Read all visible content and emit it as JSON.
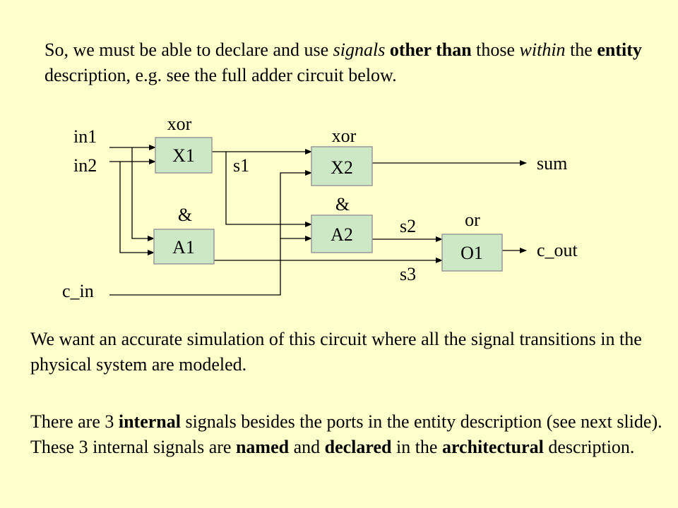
{
  "intro": {
    "t1": "So, we must be able to declare and use ",
    "t2": "signals",
    "t3": " other than",
    "t4": " those ",
    "t5": "within",
    "t6": " the ",
    "t7": "entity",
    "t8": " description, e.g. see the full adder circuit below."
  },
  "diagram": {
    "inputs": {
      "in1": "in1",
      "in2": "in2",
      "c_in": "c_in"
    },
    "gates": [
      {
        "id": "X1",
        "name": "X1",
        "op": "xor"
      },
      {
        "id": "A1",
        "name": "A1",
        "op": "&"
      },
      {
        "id": "X2",
        "name": "X2",
        "op": "xor"
      },
      {
        "id": "A2",
        "name": "A2",
        "op": "&"
      },
      {
        "id": "O1",
        "name": "O1",
        "op": "or"
      }
    ],
    "signals": {
      "s1": "s1",
      "s2": "s2",
      "s3": "s3"
    },
    "outputs": {
      "sum": "sum",
      "c_out": "c_out"
    }
  },
  "para2": "We want an accurate simulation of this circuit where all the signal transitions in the physical system are modeled.",
  "para3": {
    "t1": "There are 3 ",
    "t2": "internal",
    "t3": " signals besides the ports in the entity description (see next slide). These 3 internal signals are ",
    "t4": "named",
    "t5": " and ",
    "t6": "declared",
    "t7": " in the ",
    "t8": "architectural",
    "t9": " description."
  },
  "colors": {
    "background": "#ffffcc",
    "gate_fill": "#cde8c4",
    "gate_border": "#999999"
  }
}
